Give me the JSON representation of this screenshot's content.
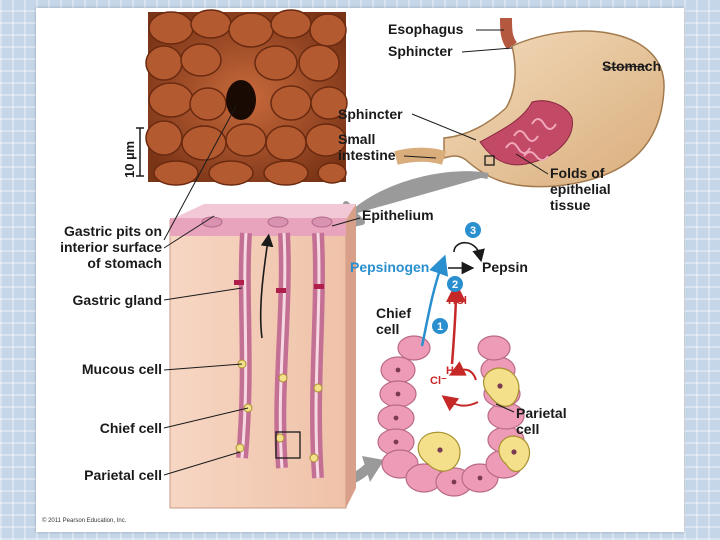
{
  "labels": {
    "esophagus": "Esophagus",
    "sphincter_top": "Sphincter",
    "stomach": "Stomach",
    "sphincter_lower": "Sphincter",
    "small_intestine_1": "Small",
    "small_intestine_2": "intestine",
    "folds_1": "Folds of",
    "folds_2": "epithelial",
    "folds_3": "tissue",
    "epithelium": "Epithelium",
    "gastric_pits_1": "Gastric pits on",
    "gastric_pits_2": "interior surface",
    "gastric_pits_3": "of stomach",
    "gastric_gland": "Gastric gland",
    "mucous_cell": "Mucous cell",
    "chief_cell": "Chief cell",
    "parietal_cell": "Parietal cell",
    "pepsinogen": "Pepsinogen",
    "pepsin": "Pepsin",
    "chief_cell_inset_1": "Chief",
    "chief_cell_inset_2": "cell",
    "parietal_cell_inset_1": "Parietal",
    "parietal_cell_inset_2": "cell",
    "hcl": "HCl",
    "h_plus": "H⁺",
    "cl_minus": "Cl⁻"
  },
  "scale_bar": "10 µm",
  "steps": [
    "1",
    "2",
    "3"
  ],
  "copyright": "© 2011 Pearson Education, Inc.",
  "colors": {
    "step_badge": "#2a8fcf",
    "pepsinogen": "#2a8fcf",
    "hcl": "#c62828",
    "tissue_pink": "#e8a3bd",
    "parietal_yellow": "#f4e08a",
    "stomach_wall": "#e9c9a0",
    "gray_arrow": "#9a9a9a"
  }
}
